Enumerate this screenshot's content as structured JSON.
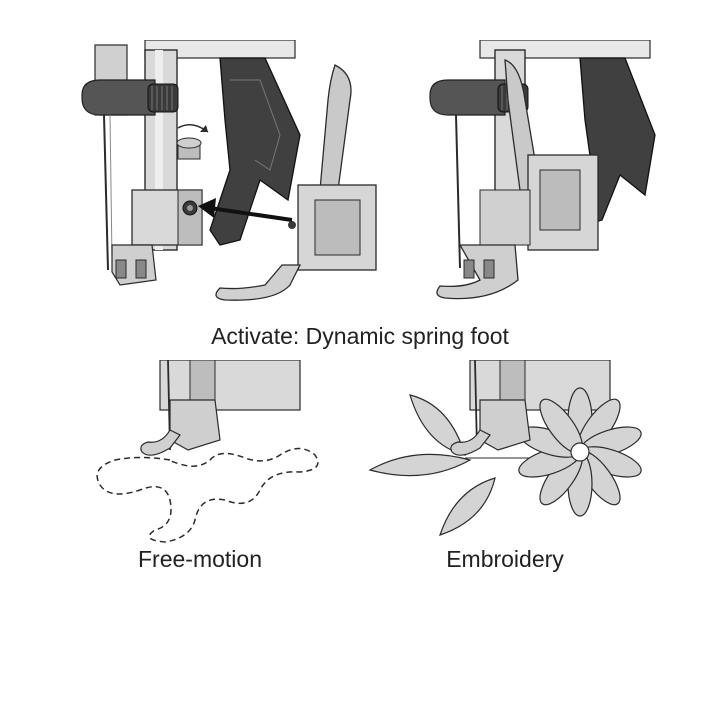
{
  "captions": {
    "main": "Activate: Dynamic spring foot",
    "free_motion": "Free-motion",
    "embroidery": "Embroidery"
  },
  "colors": {
    "line": "#2b2b2b",
    "metal_light": "#d9d9d9",
    "metal_mid": "#b5b5b5",
    "metal_dark": "#4a4a4a",
    "petal_fill": "#d4d4d4",
    "background": "#ffffff"
  },
  "icons": [
    "attach-arrow",
    "rotation-arrow",
    "dashed-stitch-path",
    "flower-embroidery"
  ]
}
